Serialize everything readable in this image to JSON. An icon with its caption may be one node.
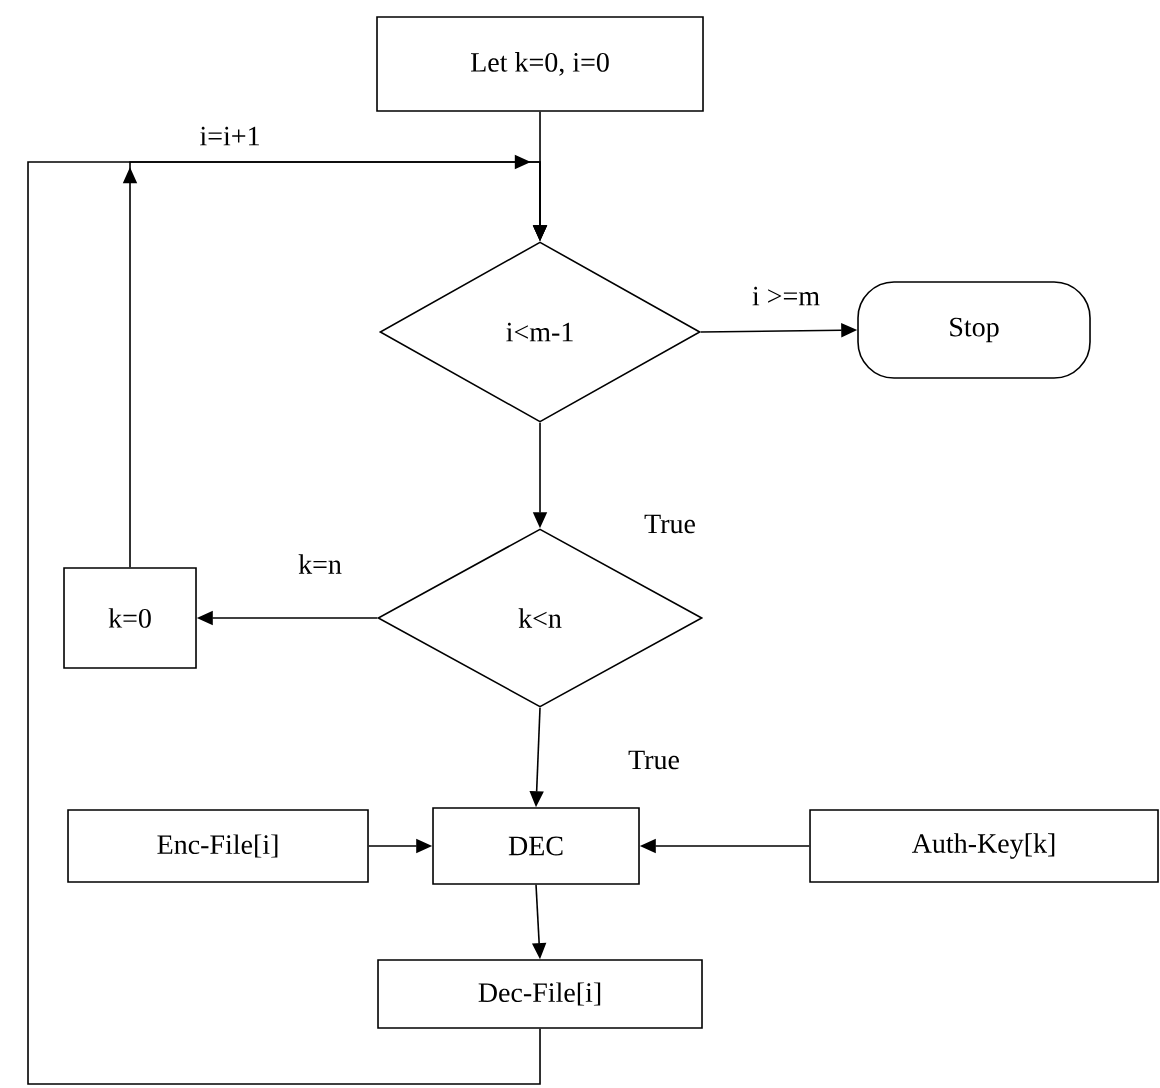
{
  "diagram": {
    "nodes": [
      {
        "text": [
          "Let k=0, i=0"
        ]
      },
      {
        "text": [
          "i<m-1"
        ]
      },
      {
        "text": [
          "Stop"
        ]
      },
      {
        "text": [
          "k<n"
        ]
      },
      {
        "text": [
          "k=0"
        ]
      },
      {
        "text": [
          "Enc-File[i]"
        ]
      },
      {
        "text": [
          "DEC"
        ]
      },
      {
        "text": [
          "Auth-Key[k]"
        ]
      },
      {
        "text": [
          "Dec-File[i]"
        ]
      }
    ],
    "edges": [
      {
        "from": 0,
        "to": 1,
        "arrow": "to"
      },
      {
        "from": 1,
        "to": 2,
        "arrow": "to",
        "label": "i >=m"
      },
      {
        "from": 1,
        "to": 3,
        "arrow": "to",
        "label": "True"
      },
      {
        "from": 3,
        "to": 4,
        "arrow": "to",
        "label": "k=n"
      },
      {
        "from": 3,
        "to": 6,
        "arrow": "to",
        "label": "True"
      },
      {
        "from": 5,
        "to": 6,
        "arrow": "to"
      },
      {
        "from": 7,
        "to": 6,
        "arrow": "to"
      },
      {
        "from": 6,
        "to": 8,
        "arrow": "to"
      },
      {
        "from": 8,
        "to": 1,
        "arrow": "to",
        "label": "i=i+1"
      },
      {
        "from": 4,
        "to": 1,
        "arrow": "to"
      }
    ]
  }
}
